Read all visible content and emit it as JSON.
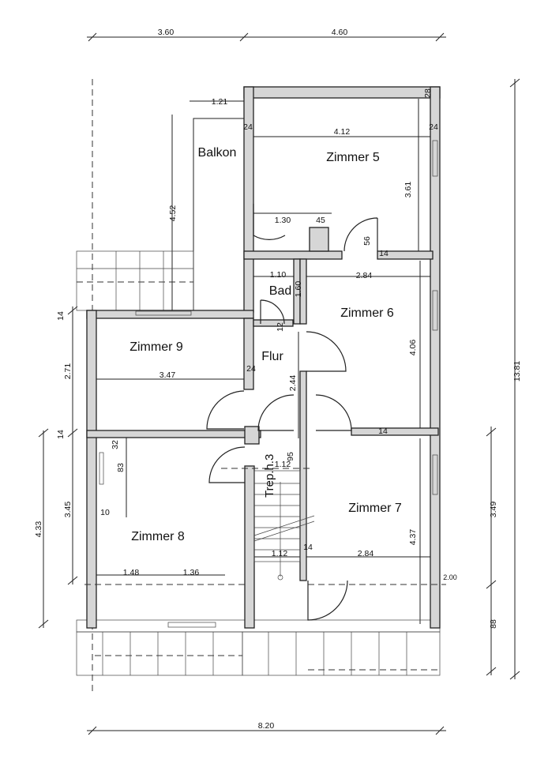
{
  "rooms": {
    "zimmer5": "Zimmer 5",
    "balkon": "Balkon",
    "bad": "Bad",
    "zimmer6": "Zimmer 6",
    "zimmer9": "Zimmer 9",
    "flur": "Flur",
    "zimmer8": "Zimmer 8",
    "zimmer7": "Zimmer 7",
    "treppe": "Trep.h.3"
  },
  "dims": {
    "top_left": "3.60",
    "top_right": "4.60",
    "bottom_total": "8.20",
    "right_total": "13.81",
    "right_349": "3.49",
    "right_88": "88",
    "left_271": "2.71",
    "left_14a": "14",
    "left_14b": "14",
    "left_345": "3.45",
    "left_433": "4.33",
    "balkon_width": "1.21",
    "balkon_depth": "4.52",
    "z5_width": "4.12",
    "z5_depth": "3.61",
    "z5_wall_top": "28",
    "z5_wall_left": "24",
    "z5_wall_right": "24",
    "d130": "1.30",
    "d45": "45",
    "d56": "56",
    "d14_z6": "14",
    "bad_width": "1.10",
    "bad_depth": "1.60",
    "z6_width": "2.84",
    "d12": "12",
    "z6_depth": "4.06",
    "z9_width": "3.47",
    "z9_wall": "24",
    "flur_244": "2.44",
    "d32": "32",
    "d83": "83",
    "d95": "95",
    "stair_112a": "1.12",
    "d14_z7": "14",
    "d10": "10",
    "stair_112b": "1.12",
    "d14_stair": "14",
    "z7_width": "2.84",
    "z7_depth": "4.37",
    "z8_148": "1.48",
    "z8_136": "1.36",
    "d200": "2.00"
  }
}
